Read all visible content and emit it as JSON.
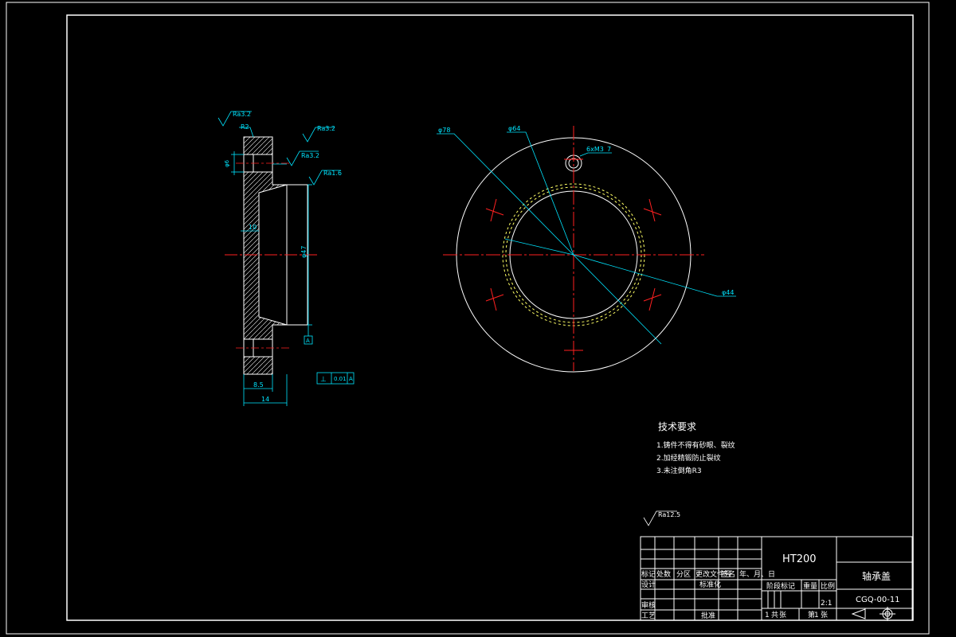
{
  "colors": {
    "background": "#000000",
    "outline": "#ffffff",
    "dimension": "#00e5ff",
    "centerline": "#ff2020",
    "hidden": "#ffff66"
  },
  "section_view": {
    "roughness": [
      "Ra3.2",
      "Ra3.2",
      "Ra3.2",
      "Ra1.6"
    ],
    "dims": {
      "r2": "R2",
      "phi6": "φ6",
      "d10": "10",
      "phi47": "φ47",
      "d8_5": "8.5",
      "d14": "14"
    },
    "datum": "A",
    "tolerance": {
      "symbol": "⊥",
      "value": "0.01",
      "datum": "A"
    }
  },
  "plan_view": {
    "dims": {
      "phi78": "φ78",
      "phi64": "φ64",
      "hole": "6xM3",
      "hole_depth": "7",
      "phi44": "φ44"
    }
  },
  "tech_req": {
    "title": "技术要求",
    "items": [
      "1.铸件不得有砂眼、裂纹",
      "2.加经精锻防止裂纹",
      "3.未注倒角R3"
    ]
  },
  "general_roughness": "Ra12.5",
  "title_block": {
    "material": "HT200",
    "part_name": "轴承盖",
    "drawing_no": "CGQ-00-11",
    "scale": "2:1",
    "labels": {
      "mark": "标记",
      "count": "处数",
      "zone": "分区",
      "change_doc": "更改文件号",
      "sign": "签名",
      "date": "年、月、日",
      "design": "设计",
      "standardize": "标准化",
      "review": "审核",
      "process": "工艺",
      "approve": "批准",
      "stage_mark": "阶段标记",
      "weight": "重量",
      "scale_label": "比例",
      "total_sheets": "共",
      "sheet_no": "第",
      "sheets_unit": "张",
      "total_count": "1",
      "sheet_count": "1"
    }
  }
}
